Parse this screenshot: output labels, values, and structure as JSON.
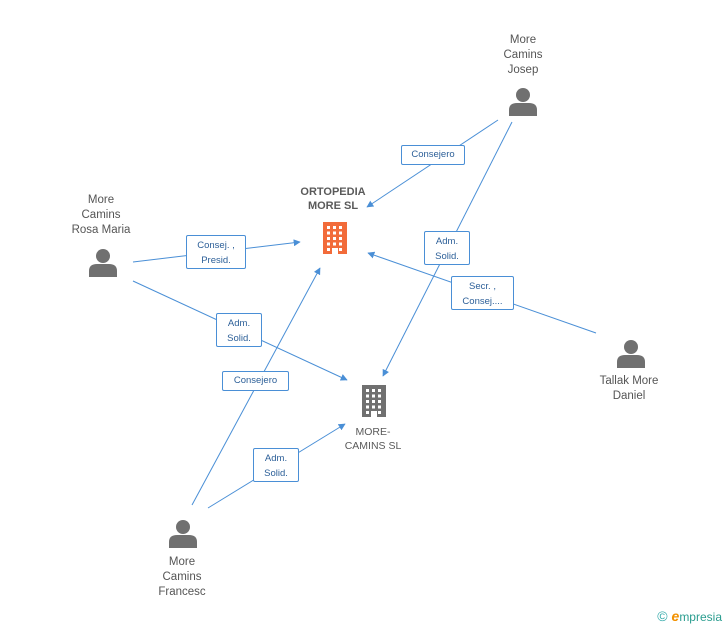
{
  "companies": {
    "ortopedia": {
      "label": "ORTOPEDIA\nMORE SL",
      "color": "#f26b3a"
    },
    "more_camins": {
      "label": "MORE-\nCAMINS SL",
      "color": "#707070"
    }
  },
  "persons": {
    "josep": {
      "label": "More\nCamins\nJosep"
    },
    "rosa": {
      "label": "More\nCamins\nRosa Maria"
    },
    "tallak": {
      "label": "Tallak More\nDaniel"
    },
    "francesc": {
      "label": "More\nCamins\nFrancesc"
    }
  },
  "relations": {
    "josep_ortopedia": "Consejero",
    "rosa_ortopedia": "Consej. ,\nPresid.",
    "rosa_morecamins": "Adm.\nSolid.",
    "josep_morecamins": "Adm.\nSolid.",
    "tallak_ortopedia": "Secr. ,\nConsej....",
    "francesc_ortopedia": "Consejero",
    "francesc_morecamins": "Adm.\nSolid."
  },
  "colors": {
    "edge": "#4a8fd6",
    "person_icon": "#707070"
  },
  "footer": {
    "copyright": "©",
    "brand_initial": "e",
    "brand_rest": "mpresia"
  }
}
